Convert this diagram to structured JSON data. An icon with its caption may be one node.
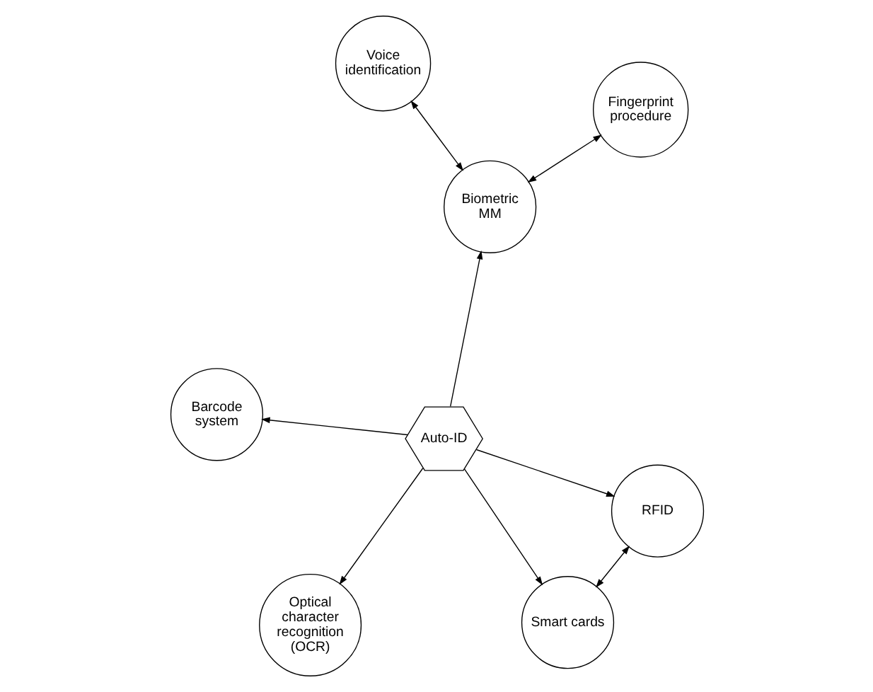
{
  "diagram": {
    "nodes": [
      {
        "text": [
          "Barcode system"
        ]
      },
      {
        "text": [
          "Fingerprint procedure"
        ]
      },
      {
        "text": [
          "Optical character recognition (OCR)"
        ]
      },
      {
        "text": [
          "Biometric MM"
        ]
      },
      {
        "text": [
          "Auto-ID"
        ]
      },
      {
        "text": [
          "Voice identification"
        ]
      },
      {
        "text": [
          "Smart cards"
        ]
      },
      {
        "text": [
          "RFID"
        ]
      }
    ],
    "edges": [
      {
        "from": 4,
        "to": 0,
        "arrow": "to"
      },
      {
        "from": 4,
        "to": 2,
        "arrow": "to"
      },
      {
        "from": 4,
        "to": 3,
        "arrow": "to"
      },
      {
        "from": 3,
        "to": 1,
        "arrow": "both"
      },
      {
        "from": 3,
        "to": 5,
        "arrow": "both"
      },
      {
        "from": 4,
        "to": 6,
        "arrow": "to"
      },
      {
        "from": 4,
        "to": 7,
        "arrow": "to"
      },
      {
        "from": 6,
        "to": 7,
        "arrow": "both"
      }
    ]
  }
}
